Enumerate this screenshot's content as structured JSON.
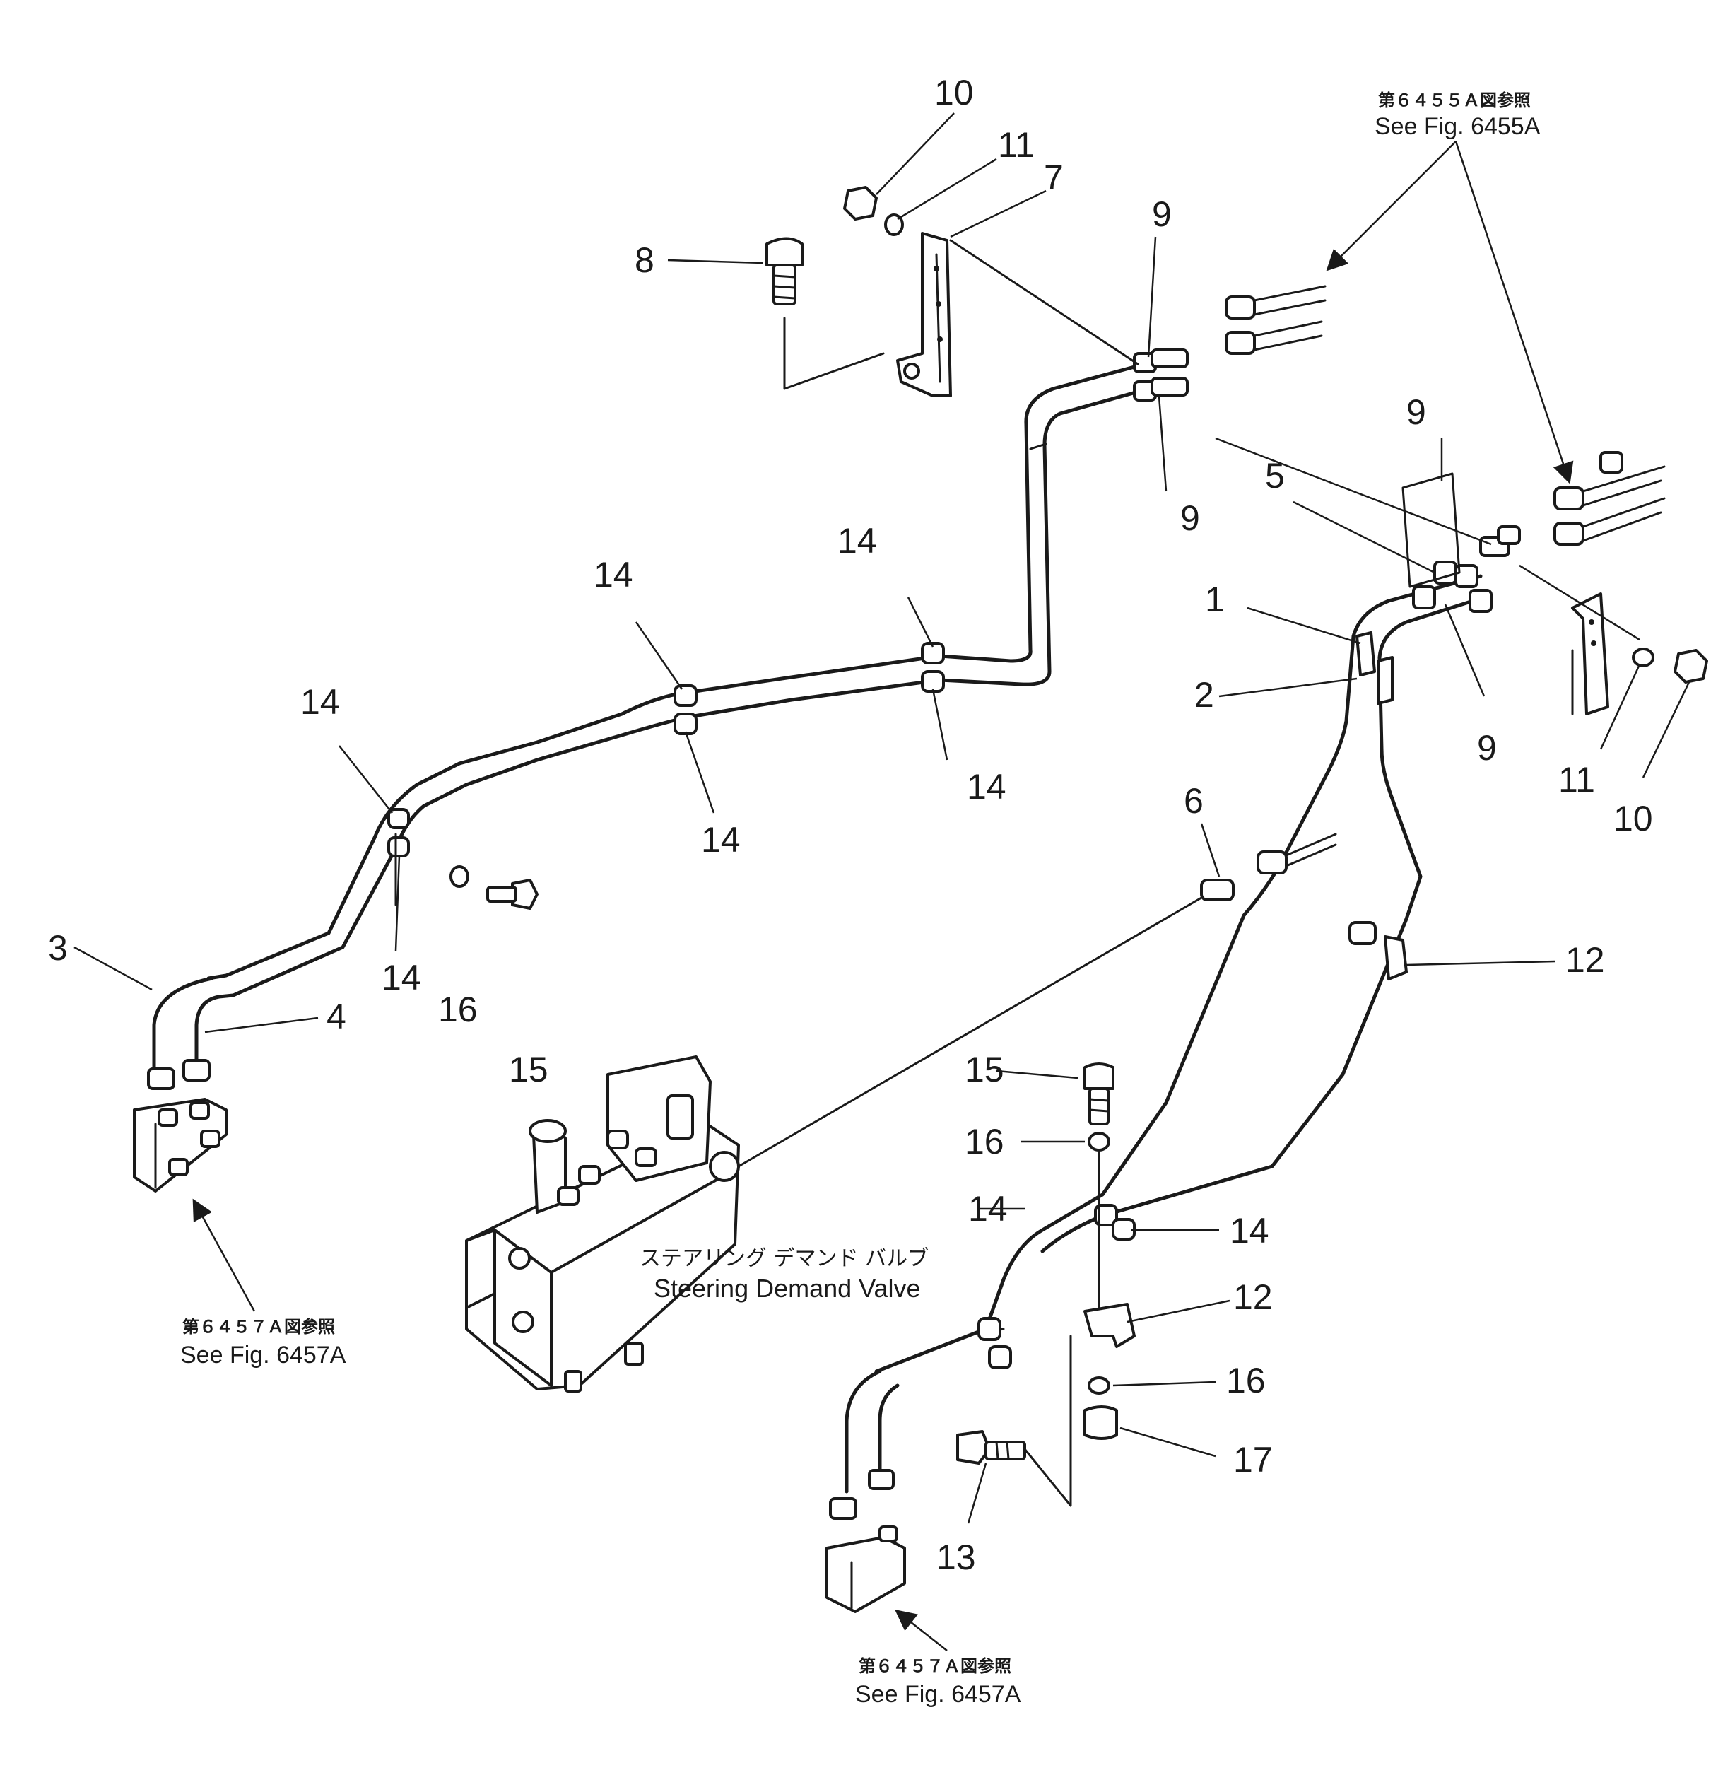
{
  "callouts": [
    {
      "id": "c-10a",
      "text": "10"
    },
    {
      "id": "c-11a",
      "text": "11"
    },
    {
      "id": "c-7",
      "text": "7"
    },
    {
      "id": "c-8",
      "text": "8"
    },
    {
      "id": "c-9a",
      "text": "9"
    },
    {
      "id": "c-9b",
      "text": "9"
    },
    {
      "id": "c-9c",
      "text": "9"
    },
    {
      "id": "c-9d",
      "text": "9"
    },
    {
      "id": "c-5",
      "text": "5"
    },
    {
      "id": "c-1",
      "text": "1"
    },
    {
      "id": "c-2",
      "text": "2"
    },
    {
      "id": "c-11b",
      "text": "11"
    },
    {
      "id": "c-10b",
      "text": "10"
    },
    {
      "id": "c-6",
      "text": "6"
    },
    {
      "id": "c-12a",
      "text": "12"
    },
    {
      "id": "c-14a",
      "text": "14"
    },
    {
      "id": "c-14b",
      "text": "14"
    },
    {
      "id": "c-14c",
      "text": "14"
    },
    {
      "id": "c-14d",
      "text": "14"
    },
    {
      "id": "c-14e",
      "text": "14"
    },
    {
      "id": "c-14f",
      "text": "14"
    },
    {
      "id": "c-14g",
      "text": "14"
    },
    {
      "id": "c-3",
      "text": "3"
    },
    {
      "id": "c-4",
      "text": "4"
    },
    {
      "id": "c-16a",
      "text": "16"
    },
    {
      "id": "c-15a",
      "text": "15"
    },
    {
      "id": "c-15b",
      "text": "15"
    },
    {
      "id": "c-16b",
      "text": "16"
    },
    {
      "id": "c-14h",
      "text": "14"
    },
    {
      "id": "c-14i",
      "text": "14"
    },
    {
      "id": "c-12b",
      "text": "12"
    },
    {
      "id": "c-16c",
      "text": "16"
    },
    {
      "id": "c-17",
      "text": "17"
    },
    {
      "id": "c-13",
      "text": "13"
    }
  ],
  "references": {
    "top_right": {
      "jp": "第６４５５Ａ図参照",
      "en": "See Fig. 6455A"
    },
    "left": {
      "jp": "第６４５７Ａ図参照",
      "en": "See Fig. 6457A"
    },
    "bottom": {
      "jp": "第６４５７Ａ図参照",
      "en": "See Fig. 6457A"
    }
  },
  "valve_label": {
    "jp": "ステアリング デマンド バルブ",
    "en": "Steering Demand Valve"
  }
}
